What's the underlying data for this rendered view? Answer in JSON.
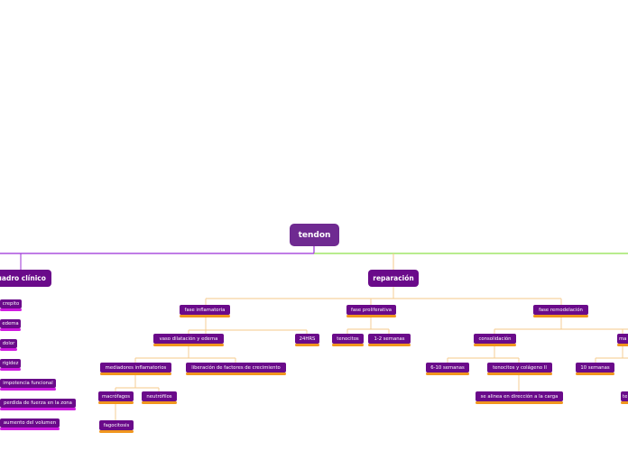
{
  "root": "tendon",
  "branches": {
    "cuadro_clinico": {
      "title": "cuadro clínico",
      "items": [
        "crepito",
        "edema",
        "dolor",
        "rigidez",
        "impotencia funcional",
        "perdida de fuerza en la zona",
        "aumento del volumen"
      ]
    },
    "reparacion": {
      "title": "reparación",
      "fase_inflamatoria": {
        "label": "fase inflamatoria",
        "vaso": "vaso dilatación y edema",
        "horas": "24HRS",
        "mediadores": "mediadores inflamatorios",
        "liberacion": "liberación de factores de crecimiento",
        "macrofagos": "macrófagos",
        "neutrofilos": "neutrófilos",
        "fagocitosis": "fagocitosis"
      },
      "fase_proliferativa": {
        "label": "fase proliferativa",
        "tenocitos": "tenocitos",
        "semanas": "1-2 semanas"
      },
      "fase_remodelacion": {
        "label": "fase remodelación",
        "consolidacion": "consolidación",
        "semanas_6_10": "6-10 semanas",
        "tenocitos_colageno": "tenocitos y colágeno II",
        "alinea": "se alinea en dirección a la carga",
        "ma": "ma",
        "semanas_10": "10 semanas",
        "te": "te"
      }
    }
  },
  "colors": {
    "node": "#6a0a8a",
    "root": "#6f2a91",
    "line_left": "#9b2fd6",
    "line_right": "#8ee04a",
    "connector": "#f5c98a",
    "underline_orange": "#f0961e",
    "underline_magenta": "#d01ae0"
  }
}
